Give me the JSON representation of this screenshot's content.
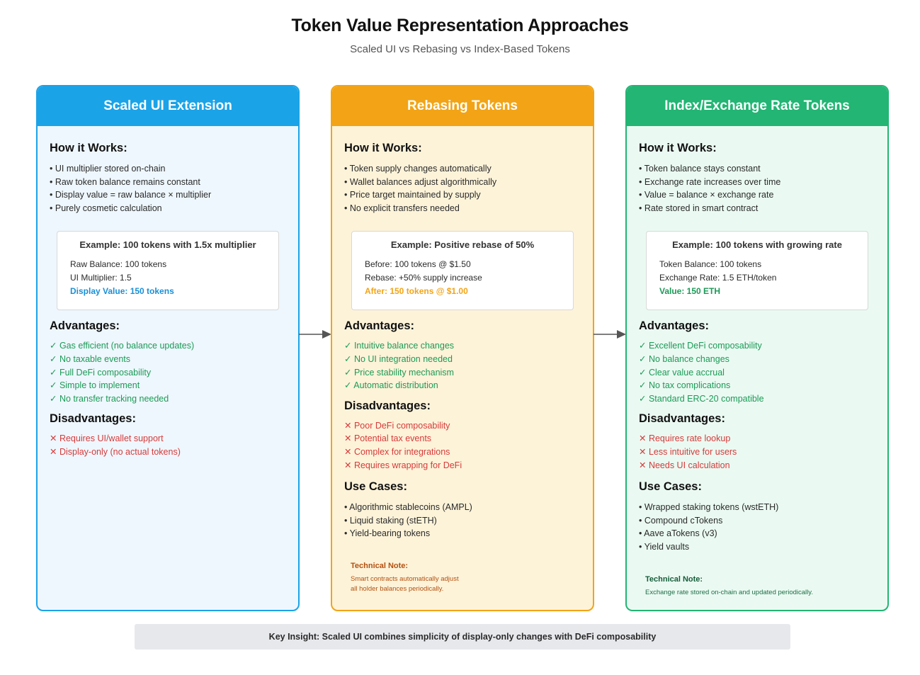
{
  "header": {
    "title": "Token Value Representation Approaches",
    "subtitle": "Scaled UI vs Rebasing vs Index-Based Tokens"
  },
  "colors": {
    "scaled_accent": "#1ba3e8",
    "rebasing_accent": "#f2a416",
    "index_accent": "#22b573",
    "advantage_green": "#1c9a57",
    "disadvantage_red": "#d63a3a"
  },
  "cards": {
    "scaled": {
      "title": "Scaled UI Extension",
      "how_title": "How it Works:",
      "how": [
        "UI multiplier stored on-chain",
        "Raw token balance remains constant",
        "Display value = raw balance × multiplier",
        "Purely cosmetic calculation"
      ],
      "example": {
        "title": "Example: 100 tokens with 1.5x multiplier",
        "line1": "Raw Balance: 100 tokens",
        "line2": "UI Multiplier: 1.5",
        "line3": "Display Value: 150 tokens"
      },
      "adv_title": "Advantages:",
      "advantages": [
        "✓ Gas efficient (no balance updates)",
        "✓ No taxable events",
        "✓ Full DeFi composability",
        "✓ Simple to implement",
        "✓ No transfer tracking needed"
      ],
      "dis_title": "Disadvantages:",
      "disadvantages": [
        "✕ Requires UI/wallet support",
        "✕ Display-only (no actual tokens)"
      ]
    },
    "rebasing": {
      "title": "Rebasing Tokens",
      "how_title": "How it Works:",
      "how": [
        "Token supply changes automatically",
        "Wallet balances adjust algorithmically",
        "Price target maintained by supply",
        "No explicit transfers needed"
      ],
      "example": {
        "title": "Example: Positive rebase of 50%",
        "line1": "Before: 100 tokens @ $1.50",
        "line2": "Rebase: +50% supply increase",
        "line3": "After: 150 tokens @ $1.00"
      },
      "adv_title": "Advantages:",
      "advantages": [
        "✓ Intuitive balance changes",
        "✓ No UI integration needed",
        "✓ Price stability mechanism",
        "✓ Automatic distribution"
      ],
      "dis_title": "Disadvantages:",
      "disadvantages": [
        "✕ Poor DeFi composability",
        "✕ Potential tax events",
        "✕ Complex for integrations",
        "✕ Requires wrapping for DeFi"
      ],
      "use_title": "Use Cases:",
      "use_cases": [
        "Algorithmic stablecoins (AMPL)",
        "Liquid staking (stETH)",
        "Yield-bearing tokens"
      ],
      "note_title": "Technical Note:",
      "note_line1": "Smart contracts automatically adjust",
      "note_line2": "all holder balances periodically."
    },
    "index": {
      "title": "Index/Exchange Rate Tokens",
      "how_title": "How it Works:",
      "how": [
        "Token balance stays constant",
        "Exchange rate increases over time",
        "Value = balance × exchange rate",
        "Rate stored in smart contract"
      ],
      "example": {
        "title": "Example: 100 tokens with growing rate",
        "line1": "Token Balance: 100 tokens",
        "line2": "Exchange Rate: 1.5 ETH/token",
        "line3": "Value: 150 ETH"
      },
      "adv_title": "Advantages:",
      "advantages": [
        "✓ Excellent DeFi composability",
        "✓ No balance changes",
        "✓ Clear value accrual",
        "✓ No tax complications",
        "✓ Standard ERC-20 compatible"
      ],
      "dis_title": "Disadvantages:",
      "disadvantages": [
        "✕ Requires rate lookup",
        "✕ Less intuitive for users",
        "✕ Needs UI calculation"
      ],
      "use_title": "Use Cases:",
      "use_cases": [
        "Wrapped staking tokens (wstETH)",
        "Compound cTokens",
        "Aave aTokens (v3)",
        "Yield vaults"
      ],
      "note_title": "Technical Note:",
      "note_line1": "Exchange rate stored on-chain and updated periodically."
    }
  },
  "insight": "Key Insight: Scaled UI combines simplicity of display-only changes with DeFi composability"
}
